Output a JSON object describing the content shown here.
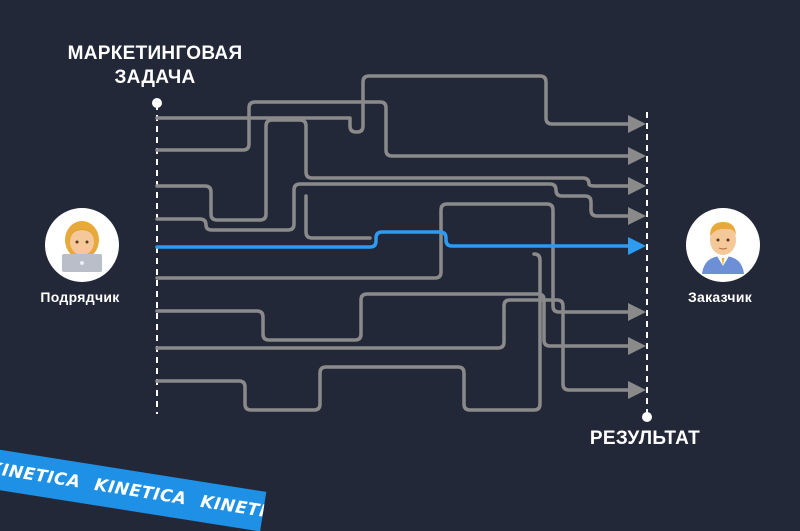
{
  "labels": {
    "start": "МАРКЕТИНГОВАЯ ЗАДАЧА",
    "result": "РЕЗУЛЬТАТ",
    "contractor": "Подрядчик",
    "client": "Заказчик"
  },
  "banner": {
    "text": "KINETICA KINETICA KINETICA"
  },
  "colors": {
    "background": "#232838",
    "path": "#8a8a8a",
    "highlight": "#2f9bf0",
    "banner": "#1e90e6",
    "dashed": "#ffffff"
  },
  "icons": {
    "contractor": "woman-technologist-icon",
    "client": "man-office-worker-icon"
  }
}
